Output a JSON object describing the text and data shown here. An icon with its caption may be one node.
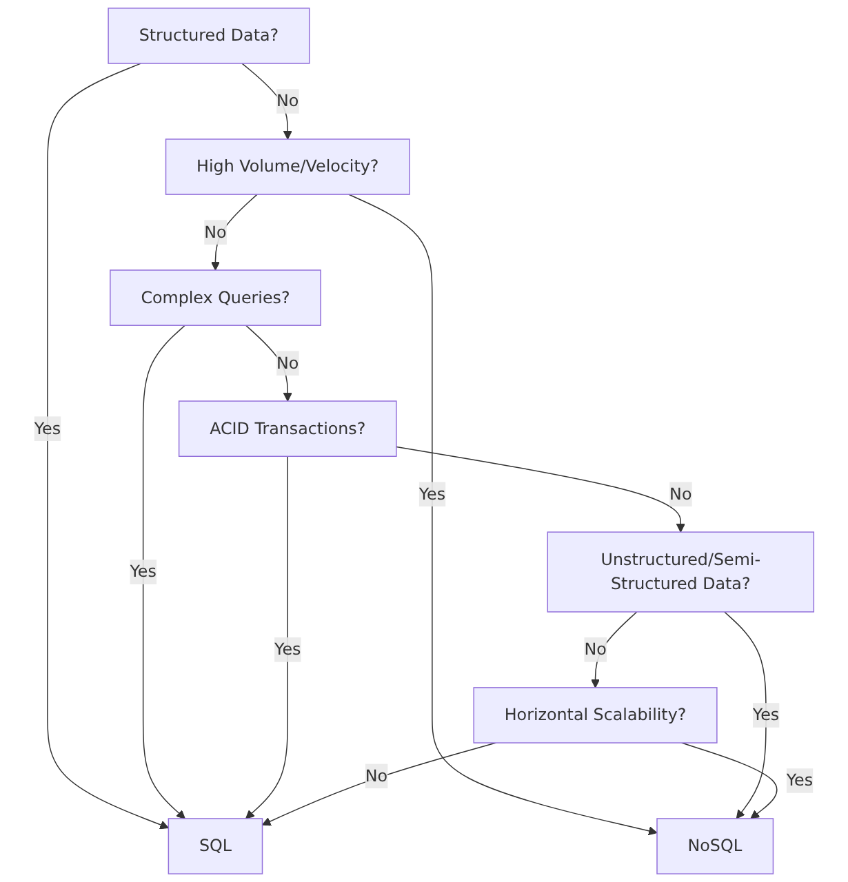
{
  "diagram": {
    "nodes": [
      {
        "text": [
          "Structured Data?"
        ]
      },
      {
        "text": [
          "High Volume/Velocity?"
        ]
      },
      {
        "text": [
          "Complex Queries?"
        ]
      },
      {
        "text": [
          "ACID Transactions?"
        ]
      },
      {
        "text": [
          "Unstructured/Semi-Structured Data?"
        ]
      },
      {
        "text": [
          "Horizontal Scalability?"
        ]
      },
      {
        "text": [
          "SQL"
        ]
      },
      {
        "text": [
          "NoSQL"
        ]
      }
    ],
    "edges": [
      {
        "from": 0,
        "to": 6,
        "arrow": "to",
        "label": "Yes"
      },
      {
        "from": 0,
        "to": 1,
        "arrow": "to",
        "label": "No"
      },
      {
        "from": 1,
        "to": 7,
        "arrow": "to",
        "label": "Yes"
      },
      {
        "from": 1,
        "to": 2,
        "arrow": "to",
        "label": "No"
      },
      {
        "from": 2,
        "to": 6,
        "arrow": "to",
        "label": "Yes"
      },
      {
        "from": 2,
        "to": 3,
        "arrow": "to",
        "label": "No"
      },
      {
        "from": 3,
        "to": 6,
        "arrow": "to",
        "label": "Yes"
      },
      {
        "from": 3,
        "to": 4,
        "arrow": "to",
        "label": "No"
      },
      {
        "from": 4,
        "to": 7,
        "arrow": "to",
        "label": "Yes"
      },
      {
        "from": 4,
        "to": 5,
        "arrow": "to",
        "label": "No"
      },
      {
        "from": 5,
        "to": 7,
        "arrow": "to",
        "label": "Yes"
      },
      {
        "from": 5,
        "to": 6,
        "arrow": "to",
        "label": "No"
      }
    ]
  }
}
